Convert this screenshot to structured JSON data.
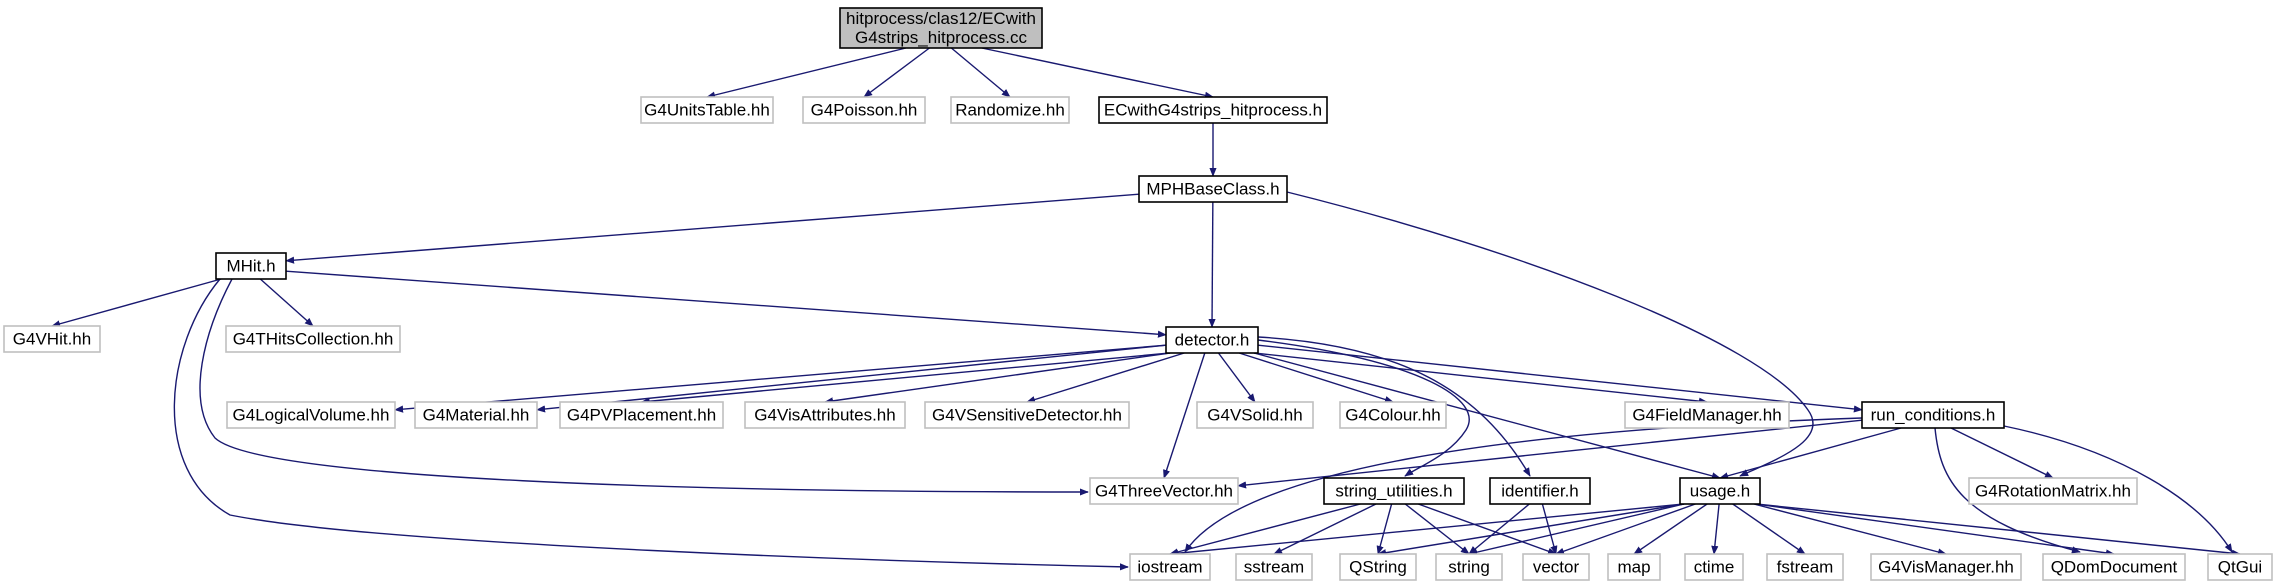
{
  "colors": {
    "edge": "#191970",
    "root_fill": "#bfbfbf",
    "node_border": "#000000",
    "external_border": "#bfbfbf",
    "background": "#ffffff"
  },
  "nodes": [
    {
      "id": "root",
      "lines": [
        "hitprocess/clas12/ECwith",
        "G4strips_hitprocess.cc"
      ],
      "kind": "root"
    },
    {
      "id": "G4UnitsTable",
      "lines": [
        "G4UnitsTable.hh"
      ],
      "kind": "external"
    },
    {
      "id": "G4Poisson",
      "lines": [
        "G4Poisson.hh"
      ],
      "kind": "external"
    },
    {
      "id": "Randomize",
      "lines": [
        "Randomize.hh"
      ],
      "kind": "external"
    },
    {
      "id": "ECwithHeader",
      "lines": [
        "ECwithG4strips_hitprocess.h"
      ],
      "kind": "local"
    },
    {
      "id": "MPHBaseClass",
      "lines": [
        "MPHBaseClass.h"
      ],
      "kind": "local"
    },
    {
      "id": "MHit",
      "lines": [
        "MHit.h"
      ],
      "kind": "local"
    },
    {
      "id": "G4VHit",
      "lines": [
        "G4VHit.hh"
      ],
      "kind": "external"
    },
    {
      "id": "G4THitsCollection",
      "lines": [
        "G4THitsCollection.hh"
      ],
      "kind": "external"
    },
    {
      "id": "detector",
      "lines": [
        "detector.h"
      ],
      "kind": "local"
    },
    {
      "id": "G4LogicalVolume",
      "lines": [
        "G4LogicalVolume.hh"
      ],
      "kind": "external"
    },
    {
      "id": "G4Material",
      "lines": [
        "G4Material.hh"
      ],
      "kind": "external"
    },
    {
      "id": "G4PVPlacement",
      "lines": [
        "G4PVPlacement.hh"
      ],
      "kind": "external"
    },
    {
      "id": "G4VisAttributes",
      "lines": [
        "G4VisAttributes.hh"
      ],
      "kind": "external"
    },
    {
      "id": "G4VSensitiveDetector",
      "lines": [
        "G4VSensitiveDetector.hh"
      ],
      "kind": "external"
    },
    {
      "id": "G4VSolid",
      "lines": [
        "G4VSolid.hh"
      ],
      "kind": "external"
    },
    {
      "id": "G4Colour",
      "lines": [
        "G4Colour.hh"
      ],
      "kind": "external"
    },
    {
      "id": "G4FieldManager",
      "lines": [
        "G4FieldManager.hh"
      ],
      "kind": "external"
    },
    {
      "id": "run_conditions",
      "lines": [
        "run_conditions.h"
      ],
      "kind": "local"
    },
    {
      "id": "G4ThreeVector",
      "lines": [
        "G4ThreeVector.hh"
      ],
      "kind": "external"
    },
    {
      "id": "string_utilities",
      "lines": [
        "string_utilities.h"
      ],
      "kind": "local"
    },
    {
      "id": "identifier",
      "lines": [
        "identifier.h"
      ],
      "kind": "local"
    },
    {
      "id": "usage",
      "lines": [
        "usage.h"
      ],
      "kind": "local"
    },
    {
      "id": "G4RotationMatrix",
      "lines": [
        "G4RotationMatrix.hh"
      ],
      "kind": "external"
    },
    {
      "id": "iostream",
      "lines": [
        "iostream"
      ],
      "kind": "external"
    },
    {
      "id": "sstream",
      "lines": [
        "sstream"
      ],
      "kind": "external"
    },
    {
      "id": "QString",
      "lines": [
        "QString"
      ],
      "kind": "external"
    },
    {
      "id": "string",
      "lines": [
        "string"
      ],
      "kind": "external"
    },
    {
      "id": "vector",
      "lines": [
        "vector"
      ],
      "kind": "external"
    },
    {
      "id": "map",
      "lines": [
        "map"
      ],
      "kind": "external"
    },
    {
      "id": "ctime",
      "lines": [
        "ctime"
      ],
      "kind": "external"
    },
    {
      "id": "fstream",
      "lines": [
        "fstream"
      ],
      "kind": "external"
    },
    {
      "id": "G4VisManager",
      "lines": [
        "G4VisManager.hh"
      ],
      "kind": "external"
    },
    {
      "id": "QDomDocument",
      "lines": [
        "QDomDocument"
      ],
      "kind": "external"
    },
    {
      "id": "QtGui",
      "lines": [
        "QtGui"
      ],
      "kind": "external"
    }
  ],
  "edges": [
    [
      "root",
      "G4UnitsTable"
    ],
    [
      "root",
      "G4Poisson"
    ],
    [
      "root",
      "Randomize"
    ],
    [
      "root",
      "ECwithHeader"
    ],
    [
      "ECwithHeader",
      "MPHBaseClass"
    ],
    [
      "MPHBaseClass",
      "MHit"
    ],
    [
      "MPHBaseClass",
      "detector"
    ],
    [
      "MPHBaseClass",
      "usage"
    ],
    [
      "MHit",
      "G4VHit"
    ],
    [
      "MHit",
      "G4THitsCollection"
    ],
    [
      "MHit",
      "detector"
    ],
    [
      "MHit",
      "G4ThreeVector"
    ],
    [
      "MHit",
      "iostream"
    ],
    [
      "detector",
      "G4LogicalVolume"
    ],
    [
      "detector",
      "G4Material"
    ],
    [
      "detector",
      "G4PVPlacement"
    ],
    [
      "detector",
      "G4VisAttributes"
    ],
    [
      "detector",
      "G4VSensitiveDetector"
    ],
    [
      "detector",
      "G4VSolid"
    ],
    [
      "detector",
      "G4Colour"
    ],
    [
      "detector",
      "G4FieldManager"
    ],
    [
      "detector",
      "run_conditions"
    ],
    [
      "detector",
      "G4ThreeVector"
    ],
    [
      "detector",
      "string_utilities"
    ],
    [
      "detector",
      "identifier"
    ],
    [
      "detector",
      "usage"
    ],
    [
      "run_conditions",
      "G4ThreeVector"
    ],
    [
      "run_conditions",
      "usage"
    ],
    [
      "run_conditions",
      "G4RotationMatrix"
    ],
    [
      "run_conditions",
      "QDomDocument"
    ],
    [
      "run_conditions",
      "QtGui"
    ],
    [
      "run_conditions",
      "iostream"
    ],
    [
      "string_utilities",
      "iostream"
    ],
    [
      "string_utilities",
      "sstream"
    ],
    [
      "string_utilities",
      "QString"
    ],
    [
      "string_utilities",
      "string"
    ],
    [
      "string_utilities",
      "vector"
    ],
    [
      "identifier",
      "string"
    ],
    [
      "identifier",
      "vector"
    ],
    [
      "usage",
      "iostream"
    ],
    [
      "usage",
      "QString"
    ],
    [
      "usage",
      "string"
    ],
    [
      "usage",
      "vector"
    ],
    [
      "usage",
      "map"
    ],
    [
      "usage",
      "ctime"
    ],
    [
      "usage",
      "fstream"
    ],
    [
      "usage",
      "G4VisManager"
    ],
    [
      "usage",
      "QDomDocument"
    ],
    [
      "usage",
      "QtGui"
    ]
  ]
}
